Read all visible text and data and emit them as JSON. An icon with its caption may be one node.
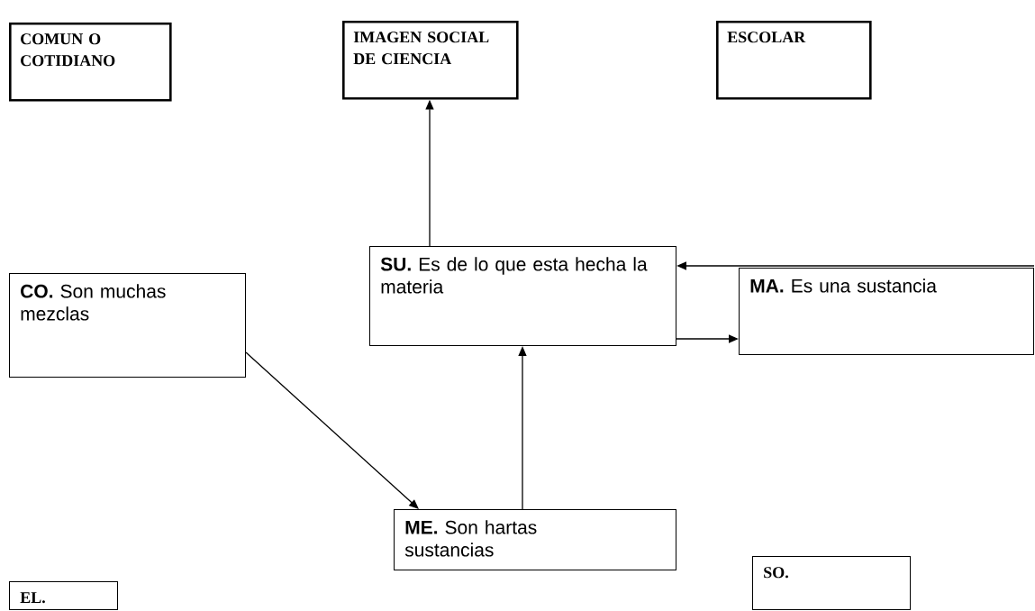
{
  "diagram": {
    "nodes": [
      {
        "text": [
          "COMUN O COTIDIANO"
        ]
      },
      {
        "text": [
          "IMAGEN SOCIAL DE CIENCIA"
        ]
      },
      {
        "text": [
          "ESCOLAR"
        ]
      },
      {
        "text": [
          "**CO.** Son muchas mezclas"
        ]
      },
      {
        "text": [
          "**SU.** Es de lo que esta hecha la materia"
        ]
      },
      {
        "text": [
          "**MA.** Es una sustancia"
        ]
      },
      {
        "text": [
          "EL."
        ]
      },
      {
        "text": [
          "**ME.** Son hartas sustancias"
        ]
      },
      {
        "text": [
          "SO."
        ]
      }
    ],
    "edges": [
      {
        "from": 4,
        "to": 1,
        "arrow": "to"
      },
      {
        "from": 5,
        "to": 4,
        "arrow": "to"
      },
      {
        "from": 4,
        "to": 5,
        "arrow": "to"
      },
      {
        "from": 3,
        "to": 7,
        "arrow": "to"
      },
      {
        "from": 7,
        "to": 4,
        "arrow": "to"
      }
    ]
  }
}
